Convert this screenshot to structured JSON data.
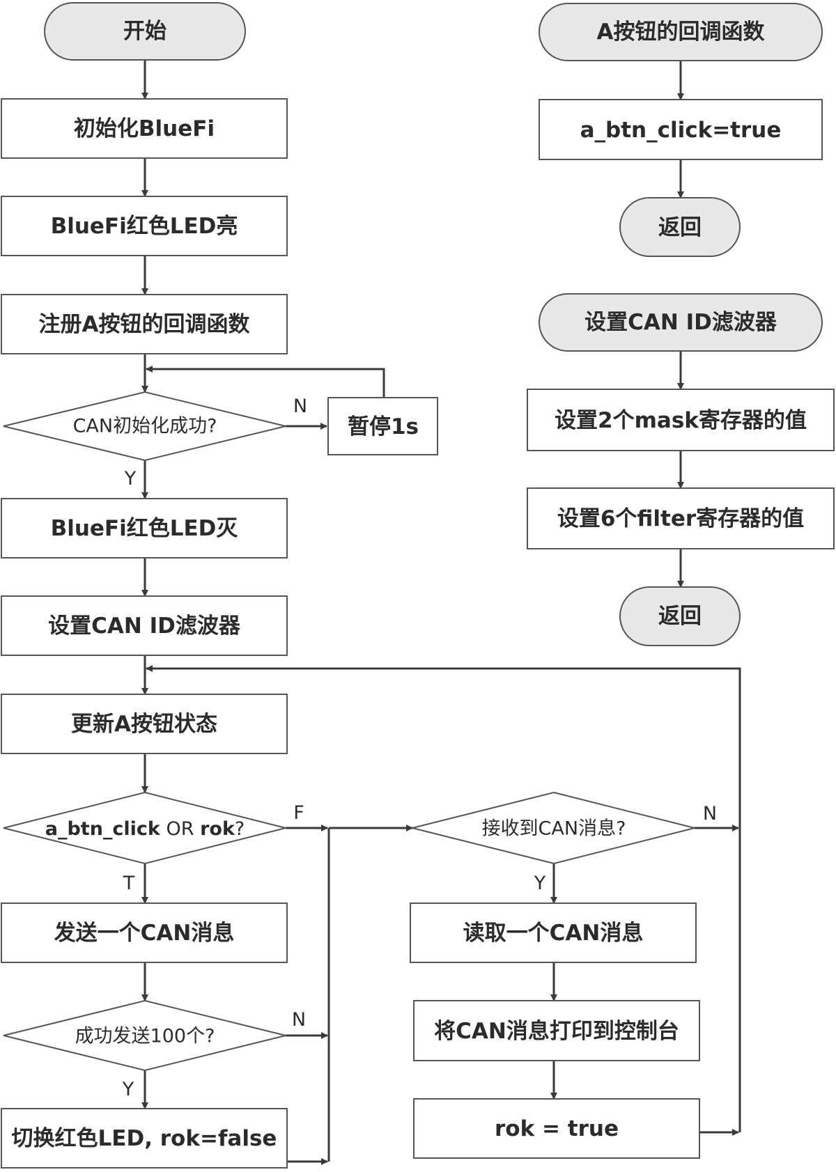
{
  "main_flow": {
    "start": "开始",
    "init_bluefi": "初始化BlueFi",
    "led_on": "BlueFi红色LED亮",
    "register_callback": "注册A按钮的回调函数",
    "can_init_ok": "CAN初始化成功?",
    "pause": "暂停1s",
    "led_off": "BlueFi红色LED灭",
    "set_filter": "设置CAN ID滤波器",
    "update_btn": "更新A按钮状态",
    "check_cond": {
      "part1": "a_btn_click",
      "part2": " OR ",
      "part3": "rok",
      "part4": "?"
    },
    "send_msg": "发送一个CAN消息",
    "sent_100": "成功发送100个?",
    "toggle_led": "切换红色LED, rok=false",
    "recv_check": "接收到CAN消息?",
    "read_msg": "读取一个CAN消息",
    "print_msg": "将CAN消息打印到控制台",
    "set_rok": "rok = true"
  },
  "callback_flow": {
    "title": "A按钮的回调函数",
    "set_click": "a_btn_click=true",
    "return": "返回"
  },
  "filter_flow": {
    "title": "设置CAN ID滤波器",
    "set_mask": "设置2个mask寄存器的值",
    "set_filter_regs": "设置6个filter寄存器的值",
    "return": "返回"
  },
  "edge_labels": {
    "init_no": "N",
    "init_yes": "Y",
    "cond_false": "F",
    "cond_true": "T",
    "sent_no": "N",
    "sent_yes": "Y",
    "recv_no": "N",
    "recv_yes": "Y"
  }
}
